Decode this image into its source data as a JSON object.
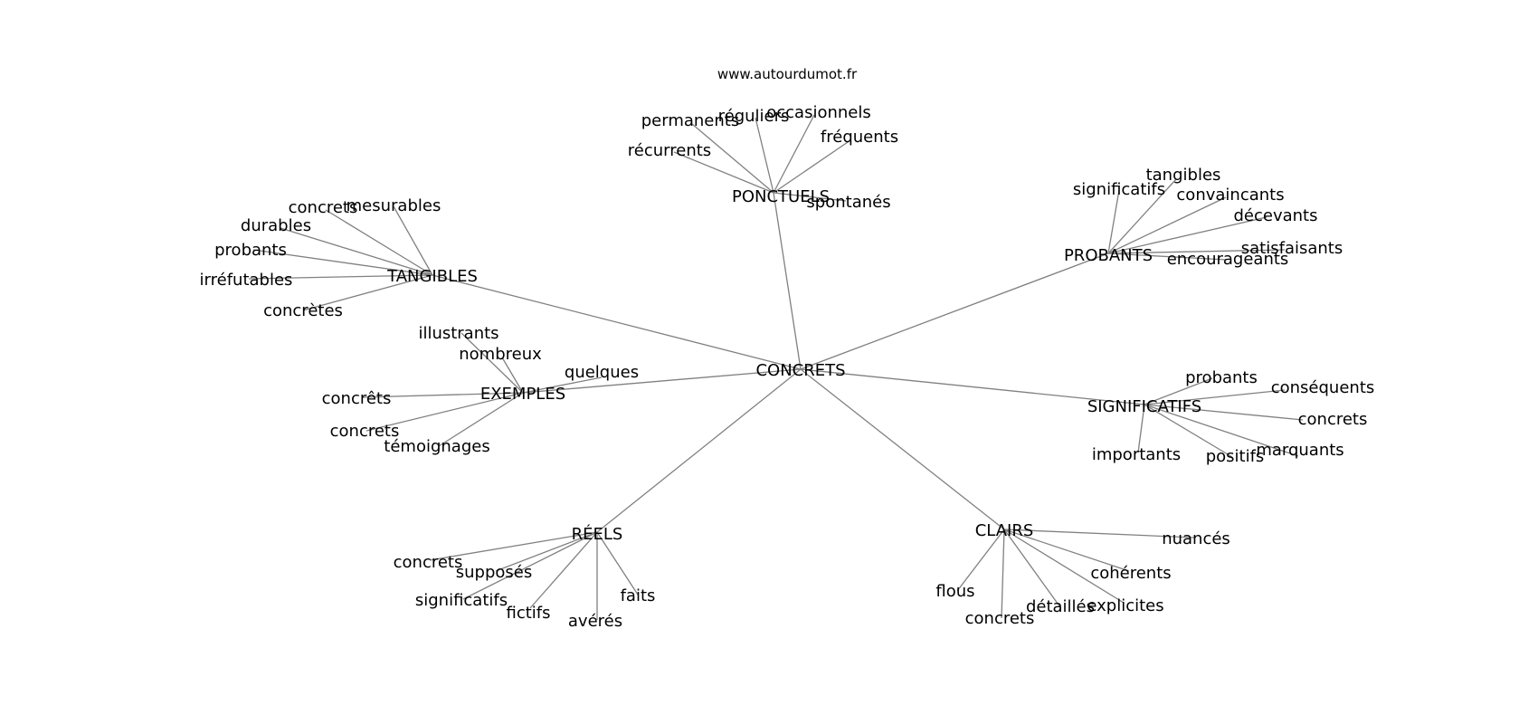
{
  "source": "www.autourdumot.fr",
  "center": "CONCRETS",
  "branches": [
    {
      "id": "ponctuels",
      "label": "PONCTUELS",
      "leaves": [
        {
          "id": "ponctuels-recurrents",
          "label": "récurrents"
        },
        {
          "id": "ponctuels-permanents",
          "label": "permanents"
        },
        {
          "id": "ponctuels-reguliers",
          "label": "réguliers"
        },
        {
          "id": "ponctuels-occasionnels",
          "label": "occasionnels"
        },
        {
          "id": "ponctuels-frequents",
          "label": "fréquents"
        },
        {
          "id": "ponctuels-spontanes",
          "label": "spontanés"
        }
      ]
    },
    {
      "id": "tangibles",
      "label": "TANGIBLES",
      "leaves": [
        {
          "id": "tangibles-concrets",
          "label": "concrets"
        },
        {
          "id": "tangibles-mesurables",
          "label": "mesurables"
        },
        {
          "id": "tangibles-durables",
          "label": "durables"
        },
        {
          "id": "tangibles-probants",
          "label": "probants"
        },
        {
          "id": "tangibles-irrefutables",
          "label": "irréfutables"
        },
        {
          "id": "tangibles-concretes",
          "label": "concrètes"
        }
      ]
    },
    {
      "id": "probants",
      "label": "PROBANTS",
      "leaves": [
        {
          "id": "probants-significatifs",
          "label": "significatifs"
        },
        {
          "id": "probants-tangibles",
          "label": "tangibles"
        },
        {
          "id": "probants-convaincants",
          "label": "convaincants"
        },
        {
          "id": "probants-decevants",
          "label": "décevants"
        },
        {
          "id": "probants-satisfaisants",
          "label": "satisfaisants"
        },
        {
          "id": "probants-encourageants",
          "label": "encourageants"
        }
      ]
    },
    {
      "id": "exemples",
      "label": "EXEMPLES",
      "leaves": [
        {
          "id": "exemples-illustrants",
          "label": "illustrants"
        },
        {
          "id": "exemples-nombreux",
          "label": "nombreux"
        },
        {
          "id": "exemples-quelques",
          "label": "quelques"
        },
        {
          "id": "exemples-concrets-circ",
          "label": "concrêts"
        },
        {
          "id": "exemples-concrets",
          "label": "concrets"
        },
        {
          "id": "exemples-temoignages",
          "label": "témoignages"
        }
      ]
    },
    {
      "id": "significatifs",
      "label": "SIGNIFICATIFS",
      "leaves": [
        {
          "id": "significatifs-probants",
          "label": "probants"
        },
        {
          "id": "significatifs-consequents",
          "label": "conséquents"
        },
        {
          "id": "significatifs-concrets",
          "label": "concrets"
        },
        {
          "id": "significatifs-marquants",
          "label": "marquants"
        },
        {
          "id": "significatifs-positifs",
          "label": "positifs"
        },
        {
          "id": "significatifs-importants",
          "label": "importants"
        }
      ]
    },
    {
      "id": "reels",
      "label": "RÉELS",
      "leaves": [
        {
          "id": "reels-concrets",
          "label": "concrets"
        },
        {
          "id": "reels-supposes",
          "label": "supposés"
        },
        {
          "id": "reels-significatifs",
          "label": "significatifs"
        },
        {
          "id": "reels-fictifs",
          "label": "fictifs"
        },
        {
          "id": "reels-averes",
          "label": "avérés"
        },
        {
          "id": "reels-faits",
          "label": "faits"
        }
      ]
    },
    {
      "id": "clairs",
      "label": "CLAIRS",
      "leaves": [
        {
          "id": "clairs-nuances",
          "label": "nuancés"
        },
        {
          "id": "clairs-coherents",
          "label": "cohérents"
        },
        {
          "id": "clairs-explicites",
          "label": "explicites"
        },
        {
          "id": "clairs-detailles",
          "label": "détaillés"
        },
        {
          "id": "clairs-concrets",
          "label": "concrets"
        },
        {
          "id": "clairs-flous",
          "label": "flous"
        }
      ]
    }
  ]
}
